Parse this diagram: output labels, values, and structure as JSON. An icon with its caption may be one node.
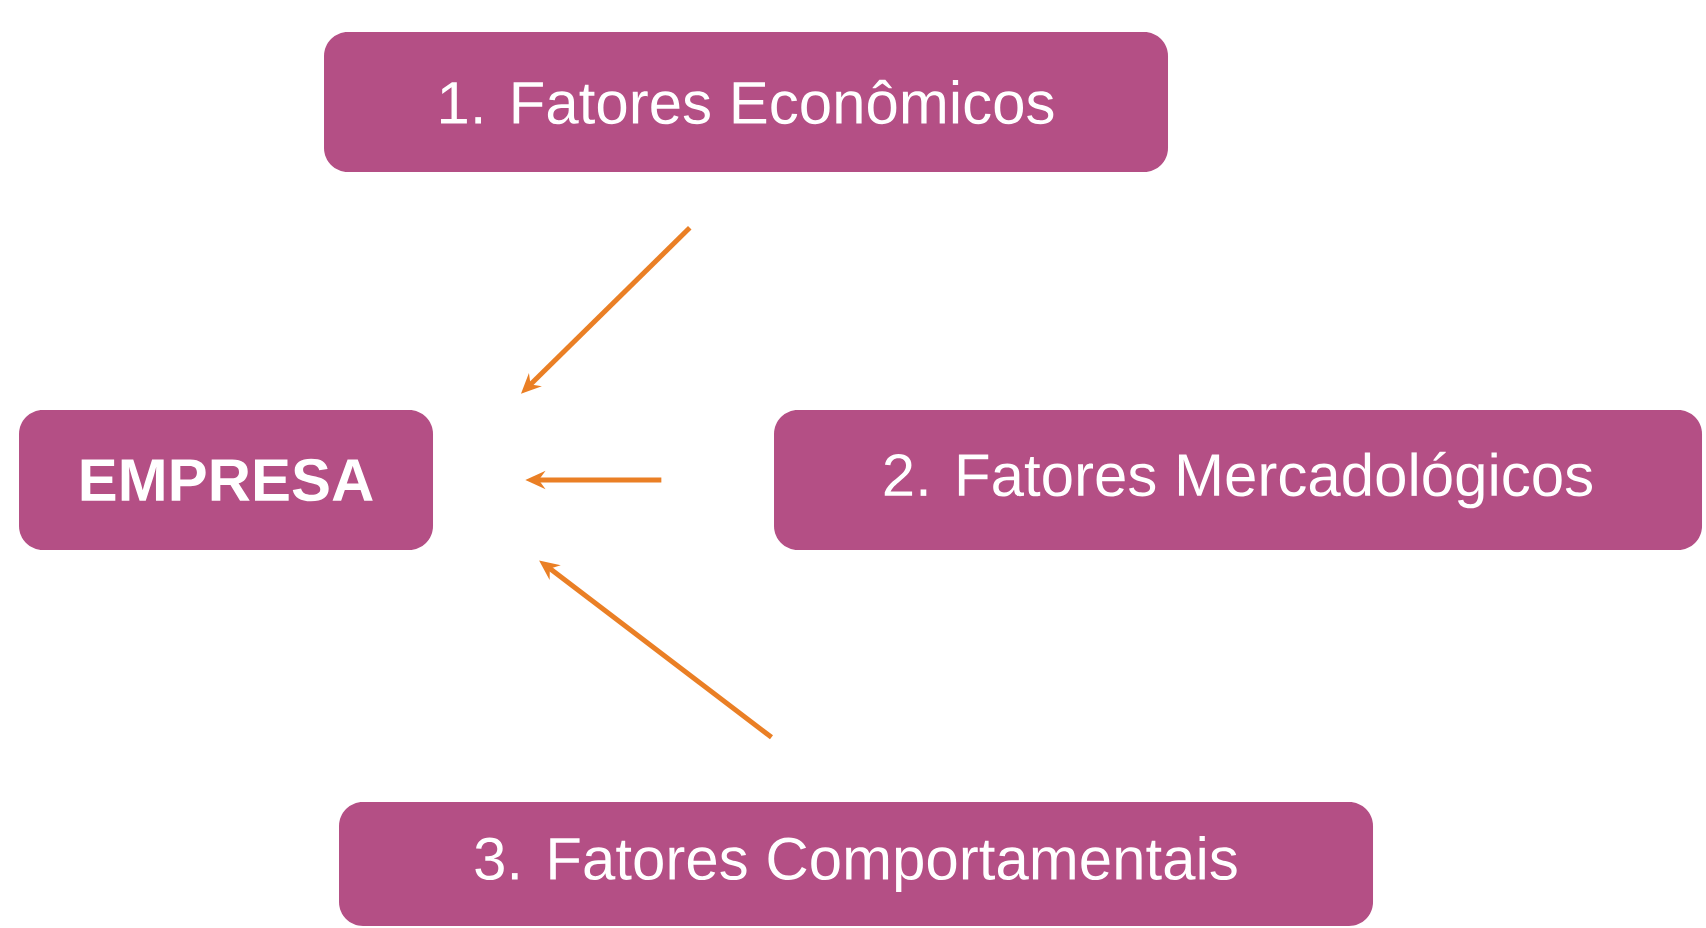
{
  "diagram": {
    "nodes": [
      {
        "text": [
          "EMPRESA"
        ]
      },
      {
        "text": [
          "1. Fatores Econômicos"
        ]
      },
      {
        "text": [
          "2. Fatores Mercadológicos"
        ]
      },
      {
        "text": [
          "3. Fatores Comportamentais"
        ]
      }
    ],
    "edges": [
      {
        "from": 1,
        "to": 0,
        "arrow": "to"
      },
      {
        "from": 2,
        "to": 0,
        "arrow": "to"
      },
      {
        "from": 3,
        "to": 0,
        "arrow": "to"
      }
    ]
  }
}
